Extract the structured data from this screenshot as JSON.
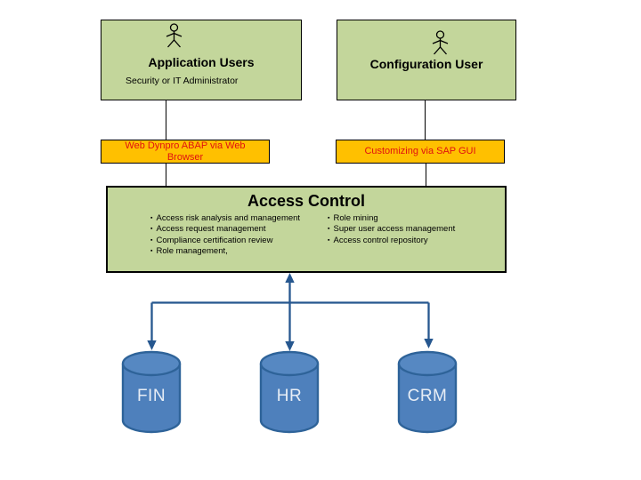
{
  "colors": {
    "box_green": "#C3D69B",
    "box_orange": "#FFC000",
    "channel_text_red": "#E01010",
    "cylinder_blue": "#4E80BC",
    "cylinder_border_blue": "#2E6399",
    "arrow_blue": "#26578F"
  },
  "actors": [
    {
      "title": "Application Users",
      "subtitle": "Security or IT Administrator"
    },
    {
      "title": "Configuration User"
    }
  ],
  "channels": [
    {
      "label": "Web Dynpro ABAP via Web Browser"
    },
    {
      "label": "Customizing via SAP GUI"
    }
  ],
  "access_control": {
    "title": "Access Control",
    "features_left": [
      "Access risk analysis and management",
      "Access request management",
      "Compliance certification review",
      "Role management,"
    ],
    "features_right": [
      "Role mining",
      "Super user access management",
      "Access control repository"
    ]
  },
  "systems": [
    {
      "label": "FIN"
    },
    {
      "label": "HR"
    },
    {
      "label": "CRM"
    }
  ]
}
